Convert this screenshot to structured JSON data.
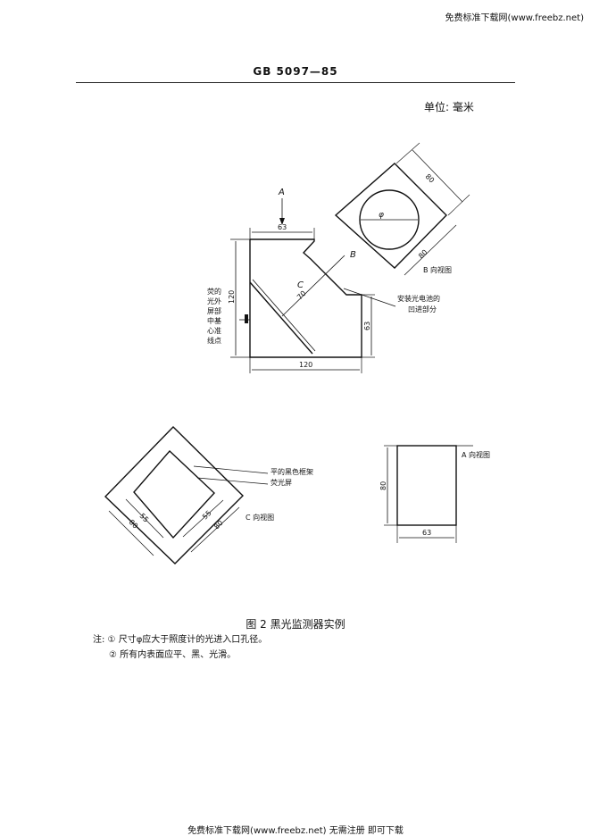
{
  "header": {
    "site_top": "免费标准下载网(www.freebz.net)",
    "standard_code": "GB 5097—85",
    "unit_label": "单位: 毫米"
  },
  "figure": {
    "view_a_arrow": "A",
    "dim_63_top": "63",
    "dim_120_left": "120",
    "dim_120_bottom": "120",
    "dim_63_right": "63",
    "dim_70": "70",
    "label_c": "C",
    "label_b": "B",
    "screen_label": "荧的光外屏部中基心准线点",
    "screen_label_lines": [
      "荧的",
      "光外",
      "屏部",
      "中基",
      "心准",
      "线点"
    ],
    "fitting_label_1": "安装光电池的",
    "fitting_label_2": "凹进部分",
    "b_view": {
      "dim_80_top": "80",
      "dim_80_bottom": "80",
      "phi": "φ",
      "caption": "B 向视图"
    },
    "c_view": {
      "frame_label": "平的黑色框架",
      "screen_label": "荧光屏",
      "dim_80_left": "80",
      "dim_55_left": "55",
      "dim_55_right": "55",
      "dim_80_right": "80",
      "caption": "C 向视图"
    },
    "a_view": {
      "caption": "A 向视图",
      "dim_80": "80",
      "dim_63": "63"
    }
  },
  "caption": "图 2   黑光监测器实例",
  "notes": [
    "注: ① 尺寸φ应大于照度计的光进入口孔径。",
    "② 所有内表面应平、黑、光滑。"
  ],
  "footer": "免费标准下载网(www.freebz.net) 无需注册 即可下载"
}
